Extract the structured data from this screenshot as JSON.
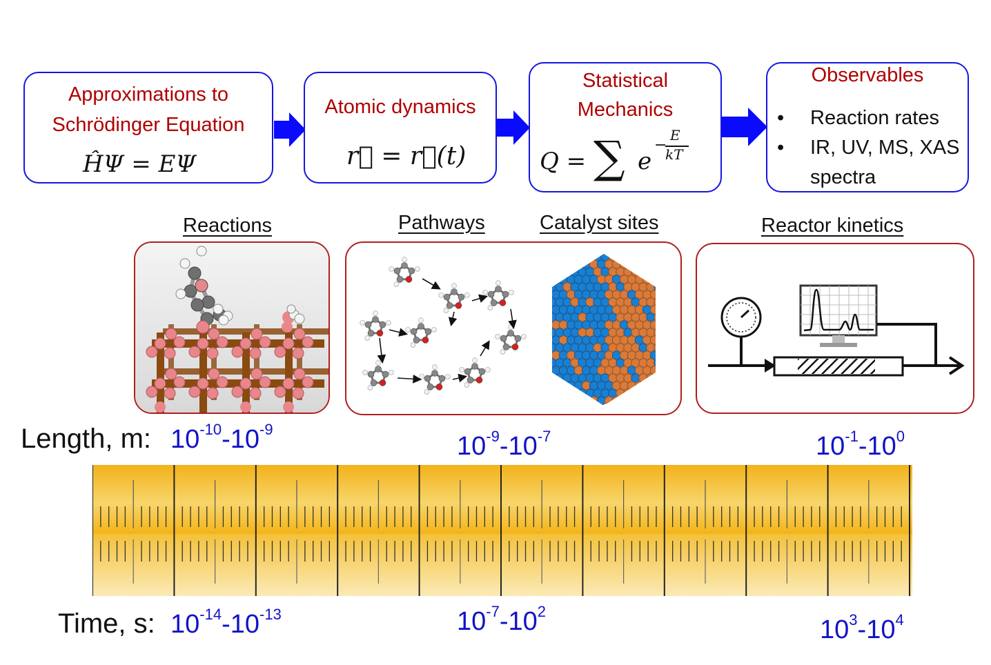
{
  "flow": {
    "box1": {
      "title_line1": "Approximations to",
      "title_line2": "Schrödinger Equation",
      "equation": "ĤΨ = EΨ"
    },
    "box2": {
      "title": "Atomic dynamics",
      "equation": "r⃗ = r⃗(t)"
    },
    "box3": {
      "title_line1": "Statistical",
      "title_line2": "Mechanics",
      "equation_lhs": "Q =",
      "equation_sum": "∑",
      "equation_base": "e",
      "exp_numerator": "E",
      "exp_denominator": "kT"
    },
    "box4": {
      "title": "Observables",
      "bullet": "•",
      "items": [
        "Reaction rates",
        "IR, UV, MS, XAS",
        "spectra"
      ]
    }
  },
  "scales": {
    "reactions": "Reactions",
    "pathways": "Pathways",
    "catalyst_sites": "Catalyst sites",
    "reactor_kinetics": "Reactor kinetics"
  },
  "length": {
    "label": "Length, m:",
    "ranges": [
      {
        "a_base": "10",
        "a_exp": "-10",
        "b_base": "10",
        "b_exp": "-9"
      },
      {
        "a_base": "10",
        "a_exp": "-9",
        "b_base": "10",
        "b_exp": "-7"
      },
      {
        "a_base": "10",
        "a_exp": "-1",
        "b_base": "10",
        "b_exp": "0"
      }
    ]
  },
  "time": {
    "label": "Time, s:",
    "ranges": [
      {
        "a_base": "10",
        "a_exp": "-14",
        "b_base": "10",
        "b_exp": "-13"
      },
      {
        "a_base": "10",
        "a_exp": "-7",
        "b_base": "10",
        "b_exp": "2"
      },
      {
        "a_base": "10",
        "a_exp": "3",
        "b_base": "10",
        "b_exp": "4"
      }
    ]
  },
  "colors": {
    "box_border": "#1515e0",
    "title_red": "#b00000",
    "arrow_blue": "#0a0aff",
    "panel_border": "#b01e1e",
    "range_blue": "#1212c8",
    "ruler_gold": "#f5b51c"
  }
}
